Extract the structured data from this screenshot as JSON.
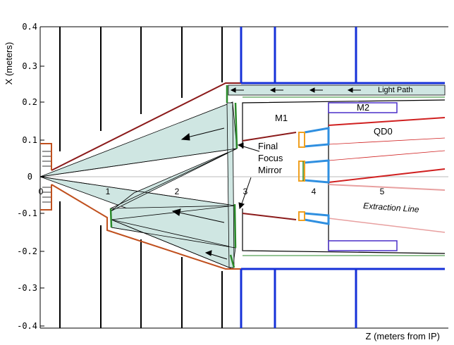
{
  "axes": {
    "y_label": "X (meters)",
    "x_label": "Z (meters from IP)",
    "y_ticks": [
      "0.4",
      "0.3",
      "0.2",
      "0.1",
      "0",
      "-0.1",
      "-0.2",
      "-0.3",
      "-0.4"
    ],
    "x_ticks": [
      "0",
      "1",
      "2",
      "3",
      "4",
      "5"
    ]
  },
  "labels": {
    "light_path": "Light Path",
    "m1": "M1",
    "m2": "M2",
    "qd0": "QD0",
    "final": "Final",
    "focus": "Focus",
    "mirror": "Mirror",
    "extraction_line": "Extraction Line"
  },
  "colors": {
    "light_fill": "#cfe6e2",
    "beampipe_red": "#8b1a1a",
    "beampipe_orange": "#c0501e",
    "magnet_blue": "#1530d8",
    "mirror_green": "#2a8a2a",
    "quad_cyan": "#2f8fe0",
    "quad_orange": "#f0a020",
    "extraction_red": "#d02020",
    "extraction_pink": "#e8a0a0",
    "m2_purple": "#4a2fc8"
  }
}
